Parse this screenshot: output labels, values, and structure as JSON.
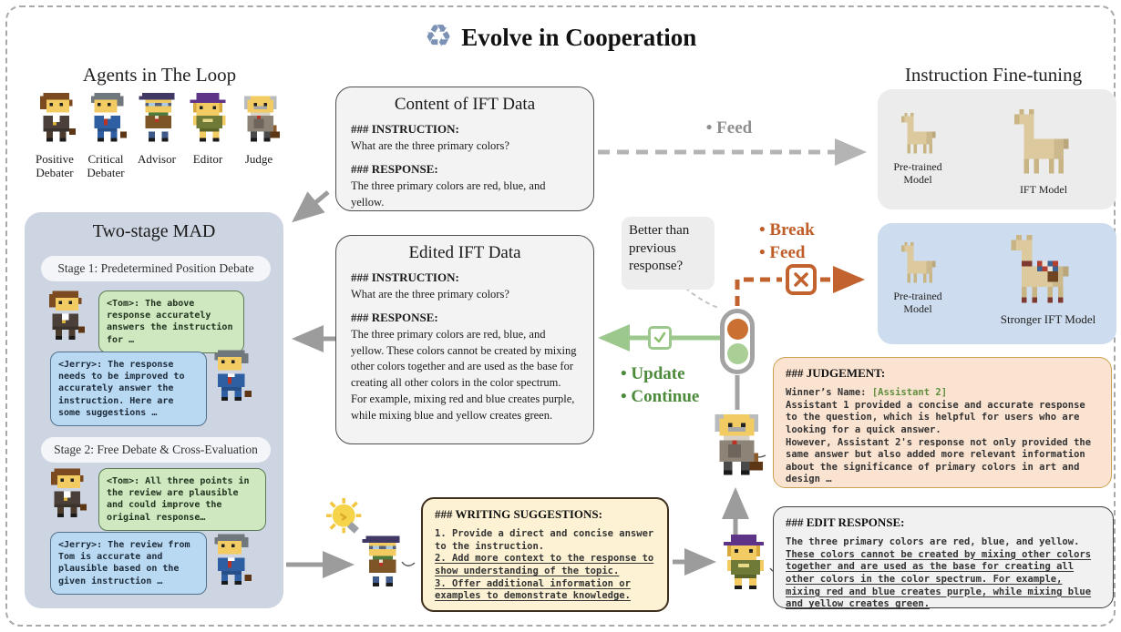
{
  "title": {
    "text": "Evolve in Cooperation",
    "icon": "recycle"
  },
  "agents_panel": {
    "title": "Agents in The Loop",
    "agents": [
      "Positive Debater",
      "Critical Debater",
      "Advisor",
      "Editor",
      "Judge"
    ]
  },
  "content_box": {
    "title": "Content of IFT Data",
    "instruction_label": "### INSTRUCTION:",
    "instruction": "What are the three primary colors?",
    "response_label": "### RESPONSE:",
    "response": "The three primary colors are red, blue, and yellow."
  },
  "ift_section": {
    "title": "Instruction Fine-tuning",
    "pretrained_label": "Pre-trained Model",
    "ift_model_label": "IFT Model"
  },
  "stronger_section": {
    "pretrained_label": "Pre-trained Model",
    "model_label": "Stronger IFT Model"
  },
  "feed_top_label": "•  Feed",
  "mad": {
    "title": "Two-stage MAD",
    "stage1": "Stage 1: Predetermined Position Debate",
    "stage2": "Stage 2: Free Debate & Cross-Evaluation",
    "tom1": "<Tom>: The above response accurately answers the instruction for …",
    "jerry1": "<Jerry>: The response needs to be improved to accurately answer the instruction. Here are some suggestions …",
    "tom2": "<Tom>: All three points in the review are plausible and could improve the original response…",
    "jerry2": "<Jerry>: The review from Tom is accurate and plausible based on the given instruction …"
  },
  "edited_box": {
    "title": "Edited IFT Data",
    "instruction_label": "### INSTRUCTION:",
    "instruction": "What are the three primary colors?",
    "response_label": "### RESPONSE:",
    "response": "The three primary colors are red, blue, and yellow. These colors cannot be created by mixing other colors together and are used as the base for creating all other colors in the color spectrum. For example, mixing red and blue creates purple, while mixing blue and yellow creates green."
  },
  "decision": {
    "question": "Better than previous response?",
    "break_label": "•  Break",
    "feed_label": "•  Feed",
    "update_label": "•  Update",
    "continue_label": "•  Continue"
  },
  "judgement": {
    "header": "### JUDGEMENT:",
    "winner_label": "Winner’s Name:",
    "winner_value": "[Assistant 2]",
    "p1": "Assistant 1 provided a concise and accurate response to the question, which is helpful for users who are looking for a quick answer.",
    "p2": "However, Assistant 2's response not only provided the same answer but also added more relevant information about the significance of primary colors in art and design …"
  },
  "suggestions": {
    "header": "### WRITING SUGGESTIONS:",
    "item1": "1. Provide a direct and concise answer to the instruction.",
    "item2": "2. Add more context to the response to show understanding of the topic.",
    "item3": "3. Offer additional information or examples to demonstrate knowledge."
  },
  "edit_response": {
    "header": "### EDIT RESPONSE:",
    "normal": "The three primary colors are red, blue, and yellow. ",
    "underlined": "These colors cannot be created by mixing other colors together and are used as the base for creating all other colors in the color spectrum. For example, mixing red and blue creates purple, while mixing blue and yellow creates green."
  },
  "colors": {
    "title_icon": "#7b92b5",
    "accent_orange": "#c2632f",
    "accent_green": "#4e8a3c",
    "traffic_orange": "#cb7033",
    "traffic_green": "#a9cf96",
    "mad_panel": "#cdd5e2",
    "judgement_bg": "#fbe3d1",
    "suggestions_bg": "#fdf3d4"
  }
}
